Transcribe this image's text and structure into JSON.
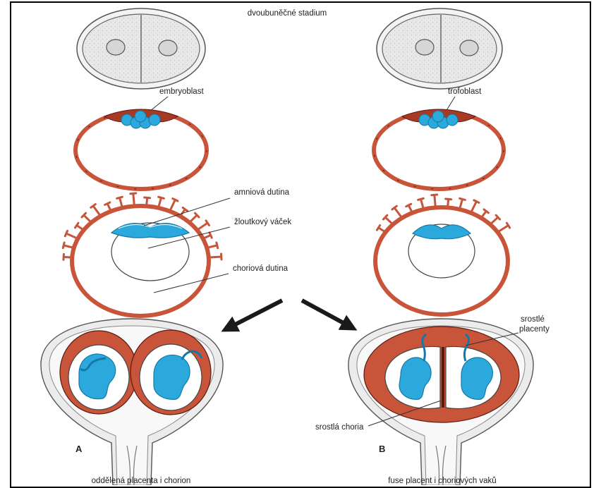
{
  "labels": {
    "title": "dvoubuněčné stadium",
    "embryoblast": "embryoblast",
    "trofoblast": "trofoblast",
    "amnion": "amniová dutina",
    "yolk": "žloutkový váček",
    "chorion_cavity": "choriová dutina",
    "fused_placentas": [
      "srostlé",
      "placenty"
    ],
    "fused_chorion": "srostlá choria",
    "panel_a": "A",
    "panel_b": "B",
    "caption_a": "oddělená placenta i chorion",
    "caption_b": "fuse placent i choriových vaků"
  },
  "colors": {
    "trophoblast": "#c8543a",
    "embryo": "#2ca9dc",
    "embryo_dark": "#1479a8",
    "zona": "#e3e3e3",
    "uterus": "#e8e8e8",
    "line": "#333333"
  }
}
